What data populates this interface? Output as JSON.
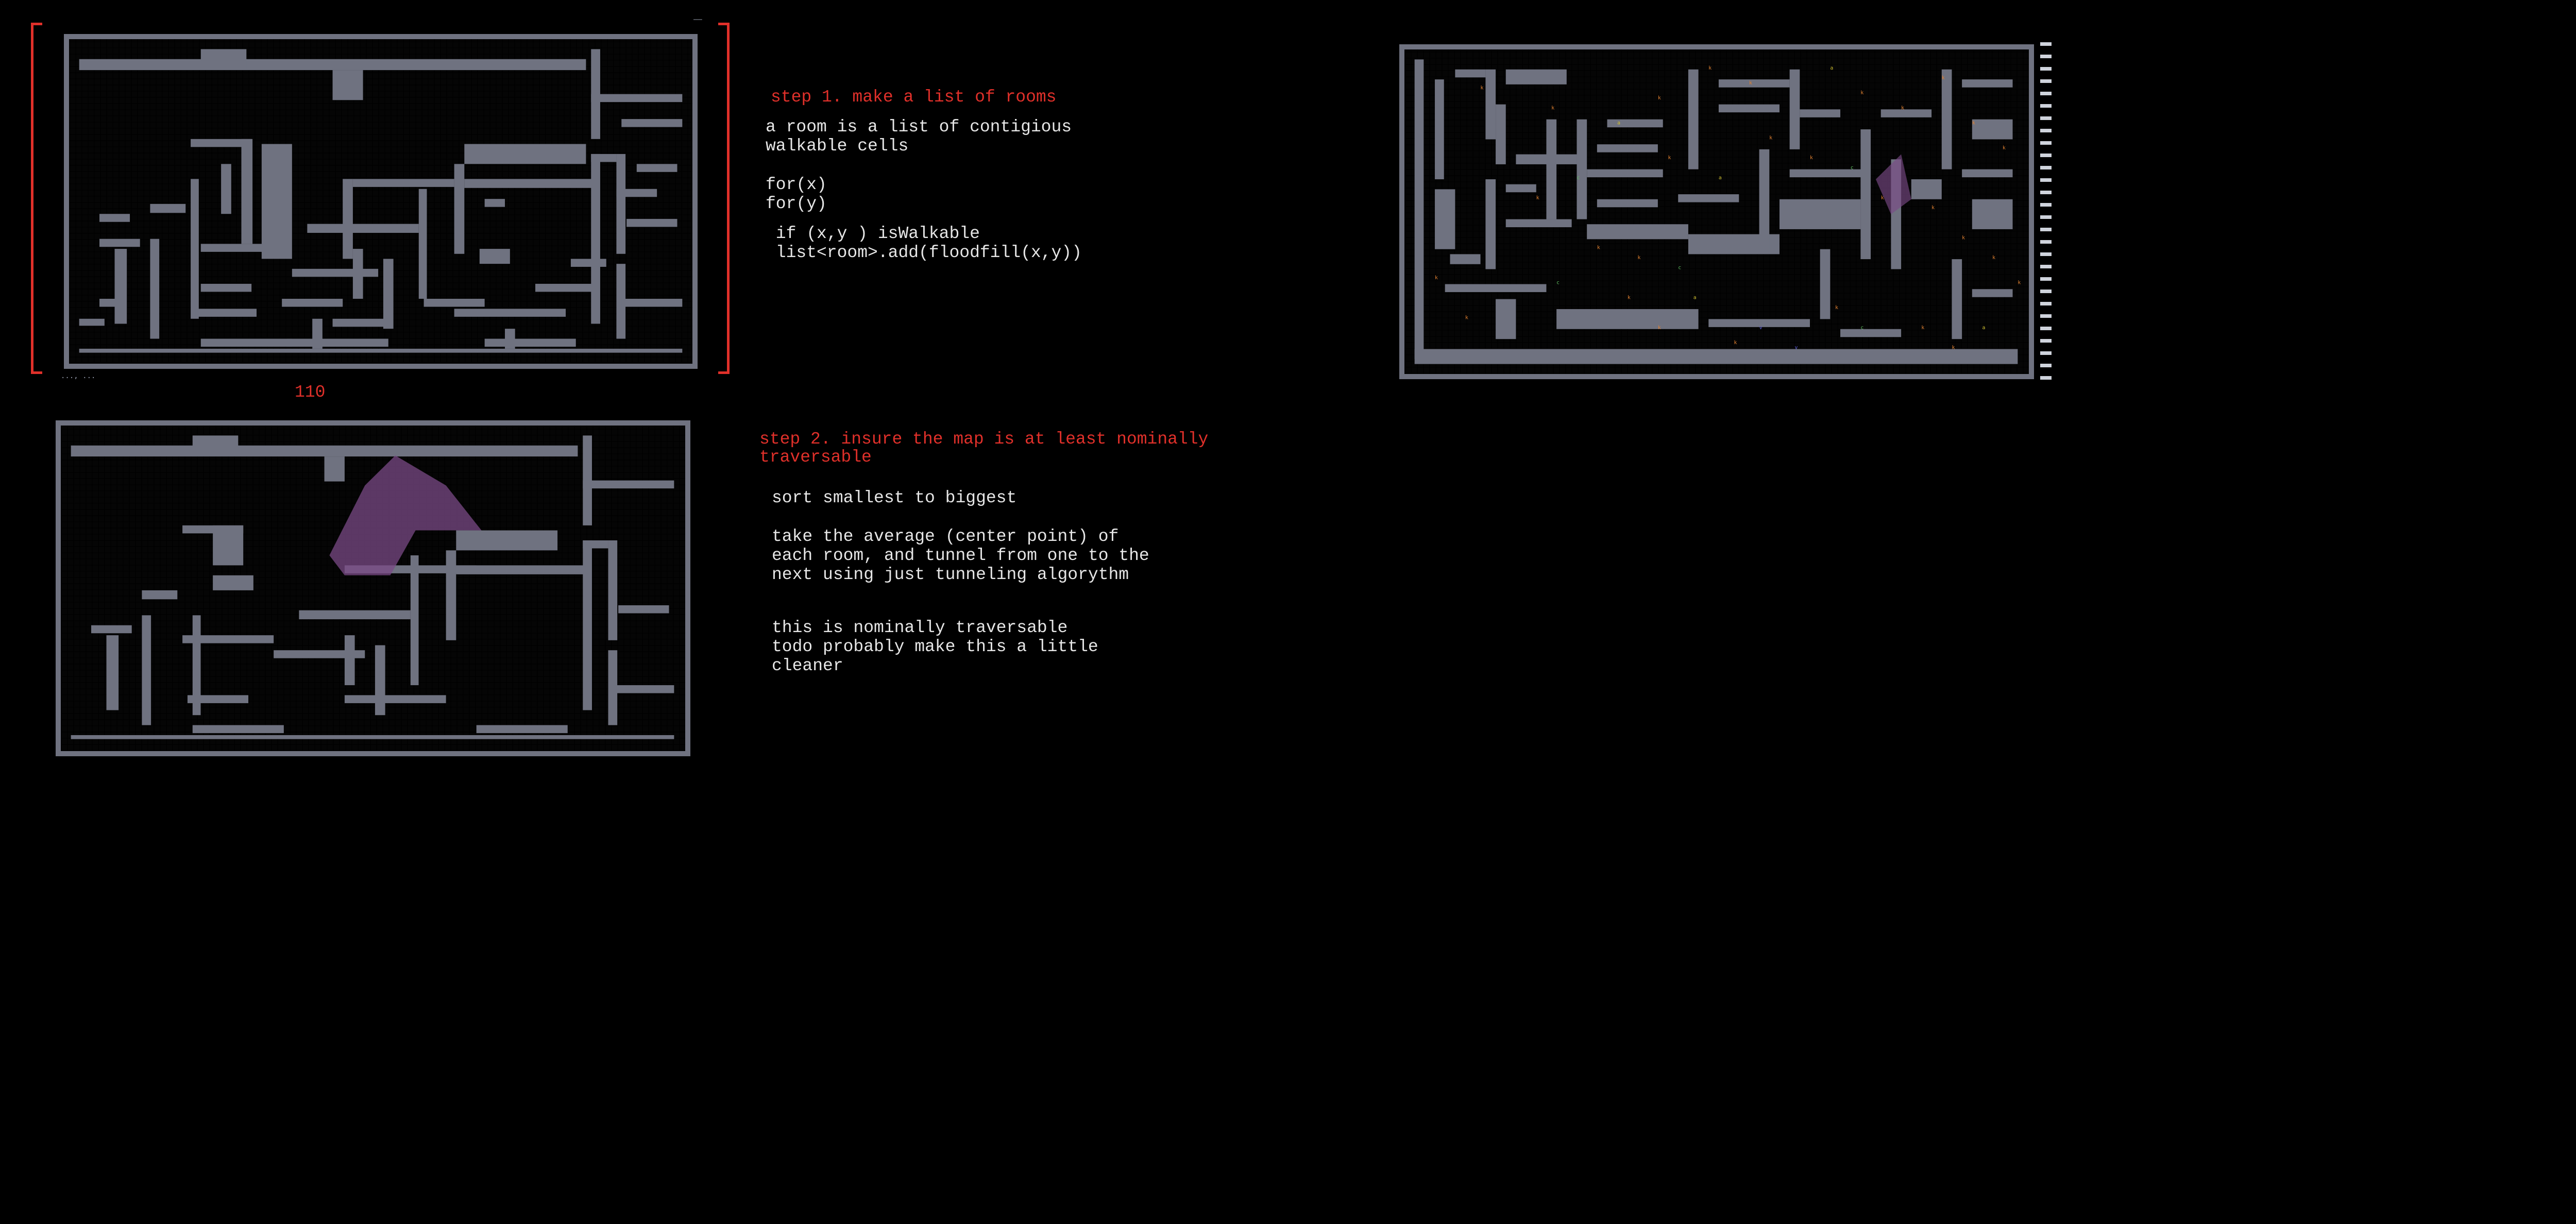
{
  "panel_step1": {
    "counter_label": "110",
    "title": "step 1. make a list of rooms",
    "lines": [
      "a room is a list of contigious",
      "walkable cells",
      "",
      "for(x)",
      "for(y)",
      "",
      " if (x,y ) isWalkable",
      " list<room>.add(floodfill(x,y))"
    ]
  },
  "panel_step2": {
    "title_line1": "step 2. insure the map is at least nominally",
    "title_line2": "traversable",
    "lines": [
      "sort smallest to biggest",
      "",
      "take the average (center point) of",
      "each room, and tunnel from one to the",
      "next using just tunneling algorythm",
      "",
      "",
      "this is nominally traversable",
      "todo probably make this a little",
      "cleaner"
    ]
  },
  "colors": {
    "background": "#000000",
    "wall": "#6f7280",
    "annotation_red": "#e0302a",
    "text": "#e6e6e6",
    "flood_highlight": "#7a4a86"
  },
  "icons": {
    "map_tiles": "grid-map",
    "creatures": "creature-glyphs"
  }
}
